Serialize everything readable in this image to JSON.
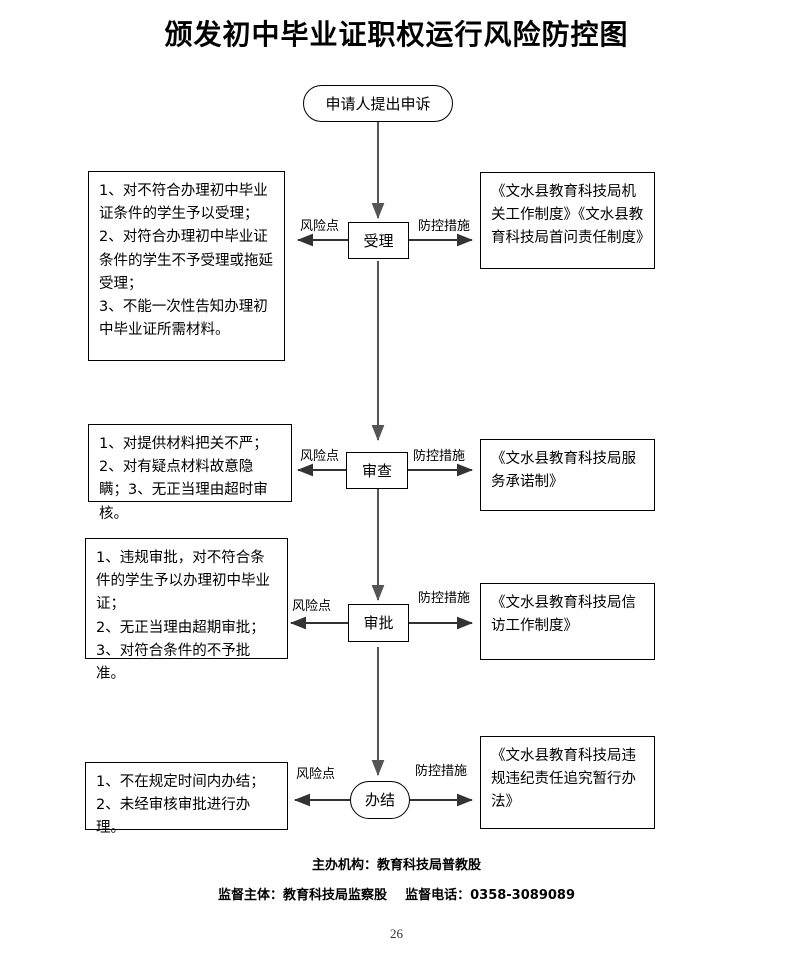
{
  "document": {
    "title": "颁发初中毕业证职权运行风险防控图",
    "page_number": "26"
  },
  "flow": {
    "start_node": {
      "label": "申请人提出申诉",
      "shape": "stadium"
    },
    "steps": [
      {
        "id": "shouli",
        "node_label": "受理",
        "node_shape": "rect",
        "risk_label": "风险点",
        "control_label": "防控措施",
        "risks": "1、对不符合办理初中毕业证条件的学生予以受理；\n2、对符合办理初中毕业证条件的学生不予受理或拖延受理；\n3、不能一次性告知办理初中毕业证所需材料。",
        "controls": "《文水县教育科技局机关工作制度》《文水县教育科技局首问责任制度》"
      },
      {
        "id": "shencha",
        "node_label": "审查",
        "node_shape": "rect",
        "risk_label": "风险点",
        "control_label": "防控措施",
        "risks": "1、对提供材料把关不严；\n2、对有疑点材料故意隐瞒；3、无正当理由超时审核。",
        "controls": "《文水县教育科技局服务承诺制》"
      },
      {
        "id": "shenpi",
        "node_label": "审批",
        "node_shape": "rect",
        "risk_label": "风险点",
        "control_label": "防控措施",
        "risks": "1、违规审批，对不符合条件的学生予以办理初中毕业证；\n2、无正当理由超期审批；\n3、对符合条件的不予批准。",
        "controls": "《文水县教育科技局信访工作制度》"
      },
      {
        "id": "banjie",
        "node_label": "办结",
        "node_shape": "stadium",
        "risk_label": "风险点",
        "control_label": "防控措施",
        "risks": "1、不在规定时间内办结；\n2、未经审核审批进行办理。",
        "controls": "《文水县教育科技局违规违纪责任追究暂行办法》"
      }
    ]
  },
  "footer": {
    "line1": "主办机构：教育科技局普教股",
    "line2": "监督主体：教育科技局监察股    监督电话：0358-3089089"
  },
  "colors": {
    "line": "#555555",
    "stroke": "#000000",
    "background": "#ffffff"
  }
}
